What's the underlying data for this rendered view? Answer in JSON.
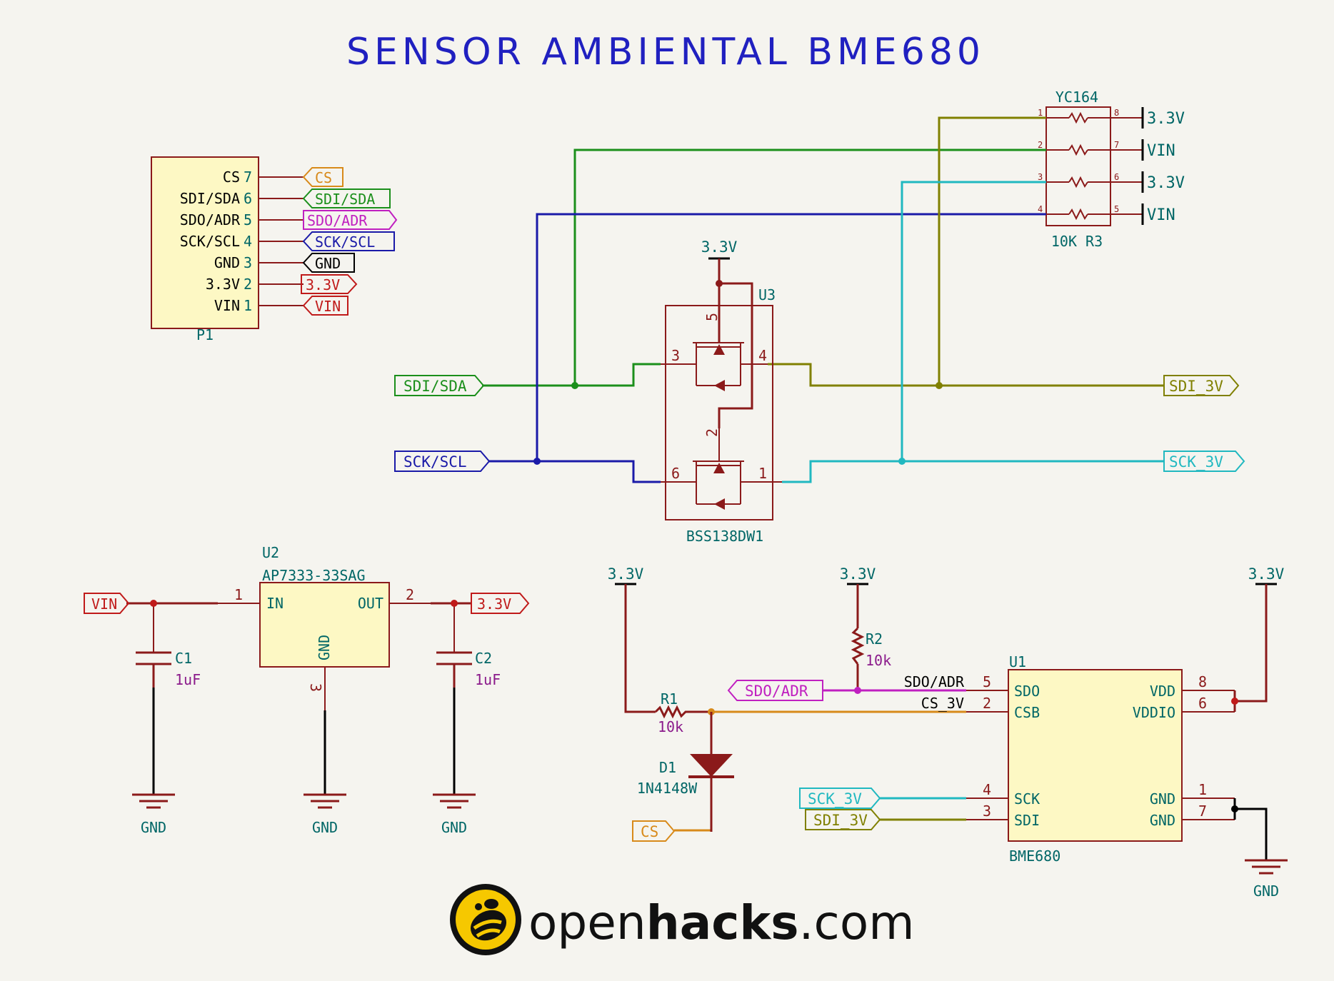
{
  "title": "SENSOR AMBIENTAL BME680",
  "colors": {
    "background": "#f5f4ef",
    "component_outline": "#8b1a1a",
    "component_fill": "#fdf8c4",
    "ref_text": "#006666",
    "value_text": "#8b1a8b",
    "power": "#8b1a1a",
    "wire_sdi_sda": "#1b8f1b",
    "wire_sck_scl": "#1a1aa8",
    "wire_sdi_3v": "#808000",
    "wire_sck_3v": "#20b8c0",
    "wire_sdo_adr": "#c020c0",
    "wire_cs": "#d88a1a",
    "title": "#2020c0"
  },
  "p1": {
    "ref": "P1",
    "pins": [
      {
        "name": "CS",
        "num": "7",
        "label": "CS"
      },
      {
        "name": "SDI/SDA",
        "num": "6",
        "label": "SDI/SDA"
      },
      {
        "name": "SDO/ADR",
        "num": "5",
        "label": "SDO/ADR"
      },
      {
        "name": "SCK/SCL",
        "num": "4",
        "label": "SCK/SCL"
      },
      {
        "name": "GND",
        "num": "3",
        "label": "GND"
      },
      {
        "name": "3.3V",
        "num": "2",
        "label": "3.3V"
      },
      {
        "name": "VIN",
        "num": "1",
        "label": "VIN"
      }
    ]
  },
  "r3": {
    "ref": "YC164",
    "value": "10K R3",
    "left_pins": [
      "1",
      "2",
      "3",
      "4"
    ],
    "right_pins": [
      "8",
      "7",
      "6",
      "5"
    ],
    "power": [
      "3.3V",
      "VIN",
      "3.3V",
      "VIN"
    ]
  },
  "u3": {
    "ref": "U3",
    "value": "BSS138DW1",
    "pins": {
      "p3": "3",
      "p4": "4",
      "p5": "5",
      "p2": "2",
      "p6": "6",
      "p1": "1"
    },
    "power": "3.3V"
  },
  "level_shift_labels": {
    "sdi_sda": "SDI/SDA",
    "sck_scl": "SCK/SCL",
    "sdi_3v": "SDI_3V",
    "sck_3v": "SCK_3V"
  },
  "u2": {
    "ref": "U2",
    "value": "AP7333-33SAG",
    "pin_in": "IN",
    "pin_out": "OUT",
    "pin_gnd": "GND",
    "num_in": "1",
    "num_out": "2",
    "num_gnd": "3",
    "label_vin": "VIN",
    "label_3v3": "3.3V"
  },
  "c1": {
    "ref": "C1",
    "value": "1uF"
  },
  "c2": {
    "ref": "C2",
    "value": "1uF"
  },
  "gnd": "GND",
  "r1": {
    "ref": "R1",
    "value": "10k"
  },
  "r2": {
    "ref": "R2",
    "value": "10k"
  },
  "d1": {
    "ref": "D1",
    "value": "1N4148W"
  },
  "u1": {
    "ref": "U1",
    "value": "BME680",
    "left_pins": [
      {
        "name": "SDO",
        "num": "5",
        "net": "SDO/ADR"
      },
      {
        "name": "CSB",
        "num": "2",
        "net": "CS_3V"
      },
      {
        "name": "SCK",
        "num": "4",
        "net": ""
      },
      {
        "name": "SDI",
        "num": "3",
        "net": ""
      }
    ],
    "right_pins": [
      {
        "name": "VDD",
        "num": "8"
      },
      {
        "name": "VDDIO",
        "num": "6"
      },
      {
        "name": "GND",
        "num": "1"
      },
      {
        "name": "GND",
        "num": "7"
      }
    ]
  },
  "sensor_labels": {
    "sdo_adr": "SDO/ADR",
    "cs": "CS",
    "sck_3v": "SCK_3V",
    "sdi_3v": "SDI_3V"
  },
  "power_3v3": "3.3V",
  "logo": {
    "part1": "open",
    "part2": "hacks",
    "part3": ".com",
    "icon": "bee-icon"
  }
}
